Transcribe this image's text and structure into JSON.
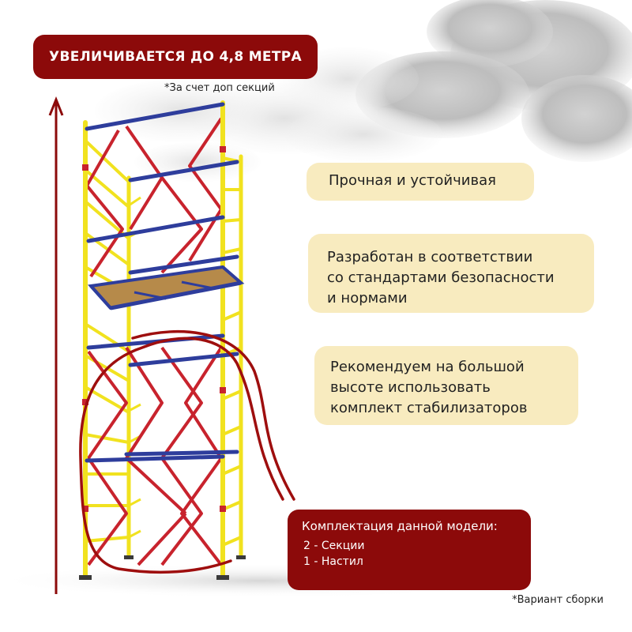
{
  "banner": {
    "text": "УВЕЛИЧИВАЕТСЯ ДО 4,8 МЕТРА"
  },
  "notes": {
    "extra_sections": "*За счет доп секций",
    "assembly_variant": "*Вариант сборки"
  },
  "features": [
    {
      "lines": [
        "Прочная и устойчивая"
      ]
    },
    {
      "lines": [
        "Разработан в соответствии",
        "со стандартами безопасности",
        "и нормами"
      ]
    },
    {
      "lines": [
        "Рекомендуем на большой",
        "высоте использовать",
        "комплект стабилизаторов"
      ]
    }
  ],
  "kit": {
    "title": "Комплектация данной модели:",
    "items": [
      "2 - Секции",
      "1 - Настил"
    ]
  },
  "colors": {
    "accent": "#8c0a0a",
    "card": "#f8ebbf",
    "frame_yellow": "#f1e21f",
    "brace_red": "#c8232d",
    "bar_blue": "#2e3d9c"
  },
  "icons": {
    "height_arrow": "up-arrow-icon"
  }
}
